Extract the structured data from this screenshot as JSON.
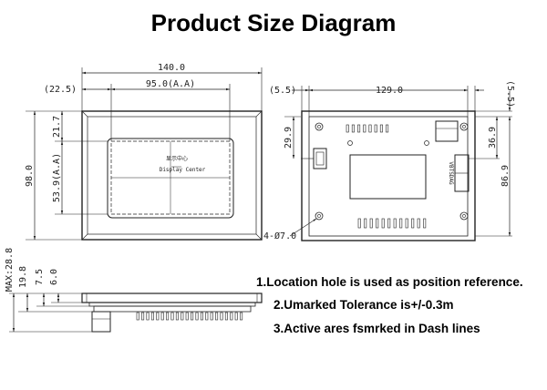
{
  "title": "Product Size Diagram",
  "dimensions": {
    "front_width": "140.0",
    "front_left_offset": "(22.5)",
    "active_width": "95.0(A.A)",
    "front_height": "98.0",
    "active_top_offset": "21.7",
    "active_height": "53.9(A.A)",
    "center_label_cn": "显示中心",
    "center_label_en": "Display Center",
    "back_left_offset": "(5.5)",
    "back_width": "129.0",
    "back_right_offset": "(5.5)",
    "back_slot_offset": "29.9",
    "back_connector_offset": "36.9",
    "back_height": "86.9",
    "hole_label": "4-Ø7.0",
    "side_max": "MAX:28.8",
    "side_19": "19.8",
    "side_75": "7.5",
    "side_6": "6.0",
    "connector_text": "VBTSDAG"
  },
  "notes": [
    "1.Location hole is used as position reference.",
    "2.Umarked Tolerance is+/-0.3m",
    "3.Active ares fsmrked in Dash lines"
  ]
}
